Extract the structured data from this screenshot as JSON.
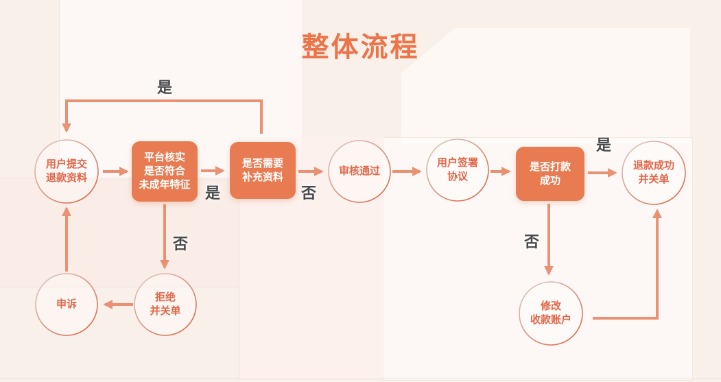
{
  "title": "整体流程",
  "colors": {
    "accent": "#ED7348",
    "node_fill": "#E87B52",
    "arrow": "#EB9173",
    "circle_text": "#E2674A",
    "label_text": "#4A4A4A",
    "background": "#FAF0EA"
  },
  "flow": {
    "nodes": [
      {
        "id": "submit",
        "shape": "circle",
        "label": "用户提交\n退款资料"
      },
      {
        "id": "verify",
        "shape": "rect",
        "label": "平台核实\n是否符合\n未成年特征"
      },
      {
        "id": "supplement",
        "shape": "rect",
        "label": "是否需要\n补充资料"
      },
      {
        "id": "approved",
        "shape": "circle",
        "label": "审核通过"
      },
      {
        "id": "sign",
        "shape": "circle",
        "label": "用户签署\n协议"
      },
      {
        "id": "payment",
        "shape": "rect",
        "label": "是否打款\n成功"
      },
      {
        "id": "refund_done",
        "shape": "circle",
        "label": "退款成功\n并关单"
      },
      {
        "id": "reject",
        "shape": "circle",
        "label": "拒绝\n并关单"
      },
      {
        "id": "appeal",
        "shape": "circle",
        "label": "申诉"
      },
      {
        "id": "modify_account",
        "shape": "circle",
        "label": "修改\n收款账户"
      }
    ],
    "edge_labels": {
      "supplement_yes_loop": "是",
      "verify_yes": "是",
      "verify_no": "否",
      "supplement_no": "否",
      "payment_yes": "是",
      "payment_no": "否"
    }
  }
}
